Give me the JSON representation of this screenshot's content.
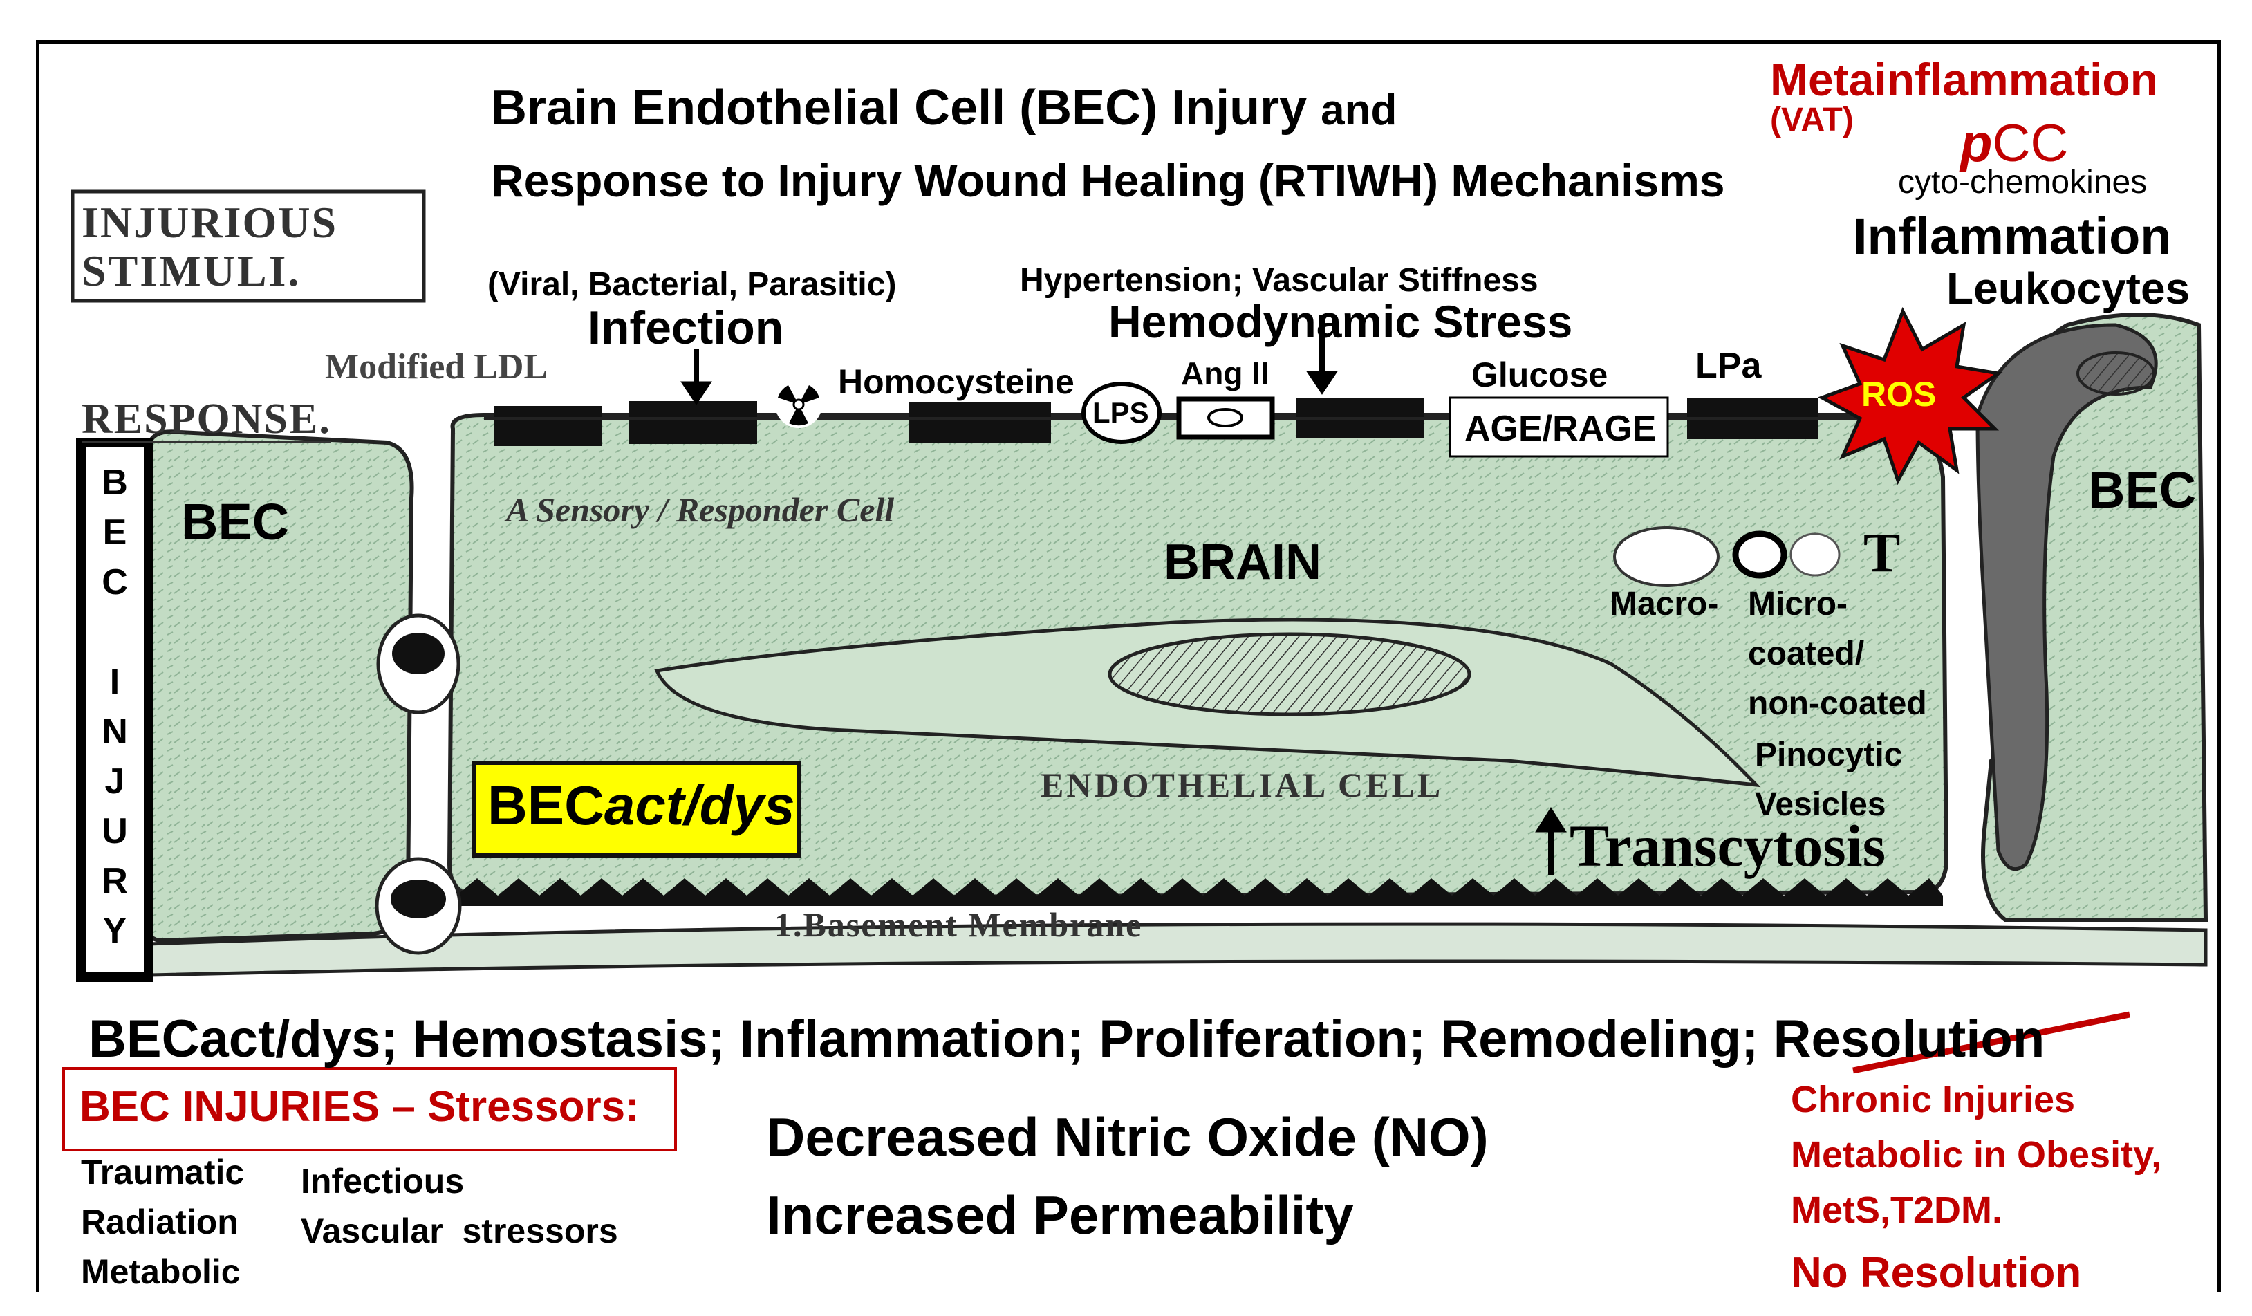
{
  "title": {
    "line1_main": "Brain Endothelial Cell (BEC) Injury",
    "line1_and": "and",
    "line2": "Response to Injury Wound Healing (RTIWH) Mechanisms"
  },
  "stamps": {
    "injurious_stimuli_1": "INJURIOUS",
    "injurious_stimuli_2": "STIMULI.",
    "response": "RESPONSE."
  },
  "top_right": {
    "metainflammation": "Metainflammation",
    "vat": "(VAT)",
    "pcc_p": "p",
    "pcc_cc": "CC",
    "cyto": "cyto-chemokines",
    "inflammation": "Inflammation",
    "leukocytes": "Leukocytes"
  },
  "stimuli": {
    "viral": "(Viral, Bacterial, Parasitic)",
    "infection": "Infection",
    "hypertension": "Hypertension; Vascular Stiffness",
    "hemodynamic": "Hemodynamic Stress",
    "modified_ldl": "Modified LDL",
    "homocysteine": "Homocysteine",
    "lps": "LPS",
    "ang": "Ang II",
    "glucose": "Glucose",
    "age_rage": "AGE/RAGE",
    "lpa": "LPa",
    "ros": "ROS",
    "radiation_symbol": "☢"
  },
  "diagram_labels": {
    "bec_left": "BEC",
    "bec_right": "BEC",
    "sensory": "A Sensory / Responder Cell",
    "brain": "BRAIN",
    "macro": "Macro-",
    "micro": "Micro-",
    "coated": "coated/",
    "noncoated": "non-coated",
    "pinocytic": "Pinocytic",
    "vesicles": "Vesicles",
    "t_cell": "T",
    "endothelial_cell": "ENDOTHELIAL CELL",
    "transcytosis": "Transcytosis",
    "basement_membrane": "1.Basement Membrane",
    "becact_prefix": "BEC",
    "becact_italic": "act/dys",
    "bec_injury_vertical": [
      "B",
      "E",
      "C",
      "",
      "I",
      "N",
      "J",
      "U",
      "R",
      "Y"
    ]
  },
  "bottom": {
    "response_line": "BECact/dys; Hemostasis; Inflammation; Proliferation; Remodeling;",
    "resolution": "Resolution",
    "injuries_box": "BEC INJURIES – Stressors:",
    "col1": [
      "Traumatic",
      "Radiation",
      "Metabolic"
    ],
    "col2": [
      "Infectious",
      "Vascular  stressors"
    ],
    "no": "Decreased Nitric Oxide (NO)",
    "permeability": "Increased Permeability",
    "chronic": [
      "Chronic Injuries",
      "Metabolic in Obesity,",
      "MetS,T2DM."
    ],
    "no_resolution": "No Resolution"
  },
  "colors": {
    "cell_green": "#bcd9bf",
    "dark_green": "#7fa888",
    "red_text": "#c00000",
    "ros_red": "#e00000",
    "yellow": "#ffff00"
  }
}
